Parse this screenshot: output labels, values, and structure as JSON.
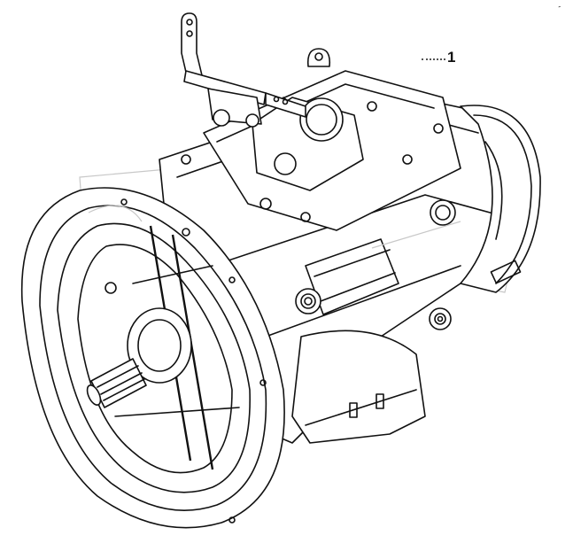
{
  "diagram": {
    "subject": "transmission assembly",
    "view": "isometric line drawing",
    "background": "#ffffff",
    "line_color": "#111111",
    "watermark_color": "#c8c8c8",
    "callouts": [
      {
        "label": "1",
        "leader_from": [
          476,
          66
        ],
        "leader_to": [
          503,
          66
        ]
      }
    ],
    "corner_mark": "-",
    "components": [
      "bell-housing",
      "input-shaft",
      "shift-lever-bracket",
      "gear-shift-tower",
      "top-cover",
      "main-housing",
      "range-cylinder",
      "rear-housing",
      "drain-plug"
    ]
  }
}
